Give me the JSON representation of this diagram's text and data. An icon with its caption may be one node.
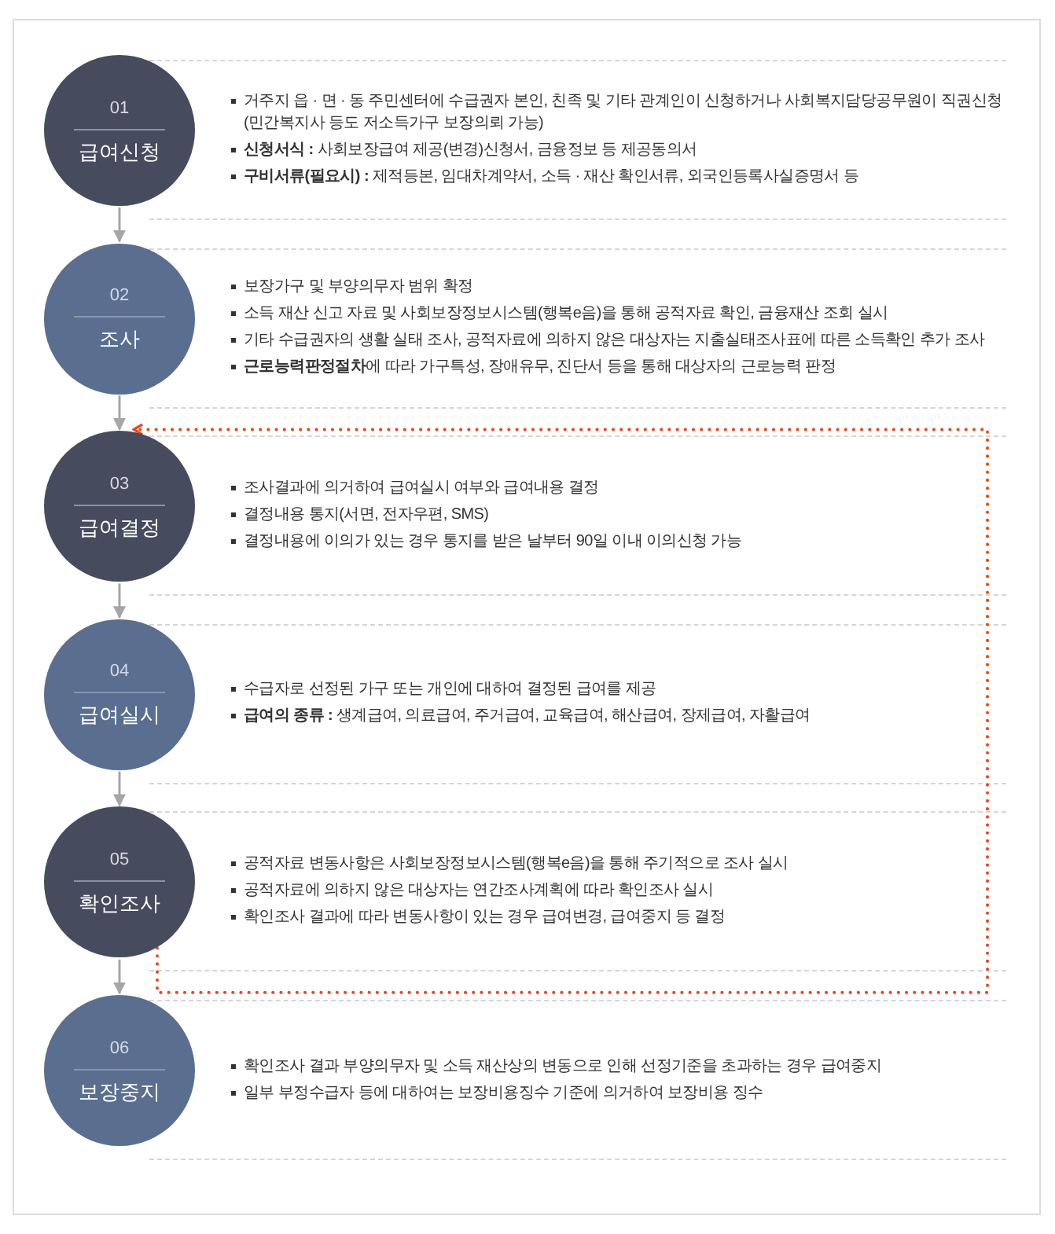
{
  "diagram": {
    "nodes": [
      {
        "text": [
          "01",
          "급여신청"
        ],
        "beside": [
          "거주지 읍 · 면 · 동 주민센터에 수급권자 본인, 친족 및 기타 관계인이 신청하거나 사회복지담당공무원이 직권신청 (민간복지사 등도 저소득가구 보장의뢰 가능)",
          "**신청서식 :** 사회보장급여 제공(변경)신청서, 금융정보 등 제공동의서",
          "**구비서류(필요시) :** 제적등본, 임대차계약서, 소득 · 재산 확인서류, 외국인등록사실증명서 등"
        ]
      },
      {
        "text": [
          "02",
          "조사"
        ],
        "beside": [
          "보장가구 및 부양의무자 범위 확정",
          "소득 재산 신고 자료 및 사회보장정보시스템(행복e음)을 통해 공적자료 확인, 금융재산 조회 실시",
          "기타 수급권자의 생활 실태 조사, 공적자료에 의하지 않은 대상자는 지출실태조사표에 따른 소득확인 추가 조사",
          "**근로능력판정절차**에 따라 가구특성, 장애유무, 진단서 등을 통해 대상자의 근로능력 판정"
        ]
      },
      {
        "text": [
          "03",
          "급여결정"
        ],
        "beside": [
          "조사결과에 의거하여 급여실시 여부와 급여내용 결정",
          "결정내용 통지(서면, 전자우편, SMS)",
          "결정내용에 이의가 있는 경우 통지를 받은 날부터 90일 이내 이의신청 가능"
        ]
      },
      {
        "text": [
          "04",
          "급여실시"
        ],
        "beside": [
          "수급자로 선정된 가구 또는 개인에 대하여 결정된 급여를 제공",
          "**급여의 종류 :** 생계급여, 의료급여, 주거급여, 교육급여, 해산급여, 장제급여, 자활급여"
        ]
      },
      {
        "text": [
          "05",
          "확인조사"
        ],
        "beside": [
          "공적자료 변동사항은 사회보장정보시스템(행복e음)을 통해 주기적으로 조사 실시",
          "공적자료에 의하지 않은 대상자는 연간조사계획에 따라 확인조사 실시",
          "확인조사 결과에 따라 변동사항이 있는 경우 급여변경, 급여중지 등 결정"
        ]
      },
      {
        "text": [
          "06",
          "보장중지"
        ],
        "beside": [
          "확인조사 결과 부양의무자 및 소득 재산상의 변동으로 인해 선정기준을 초과하는 경우 급여중지",
          "일부 부정수급자 등에 대하여는 보장비용징수 기준에 의거하여 보장비용 징수"
        ]
      }
    ],
    "edges": [
      {
        "from": 0,
        "to": 1,
        "arrow": "to"
      },
      {
        "from": 1,
        "to": 2,
        "arrow": "to"
      },
      {
        "from": 2,
        "to": 3,
        "arrow": "to"
      },
      {
        "from": 3,
        "to": 4,
        "arrow": "to"
      },
      {
        "from": 4,
        "to": 5,
        "arrow": "to"
      },
      {
        "from": 4,
        "to": 2,
        "arrow": "to",
        "style": "dashed",
        "color": "#e8461c"
      }
    ]
  }
}
